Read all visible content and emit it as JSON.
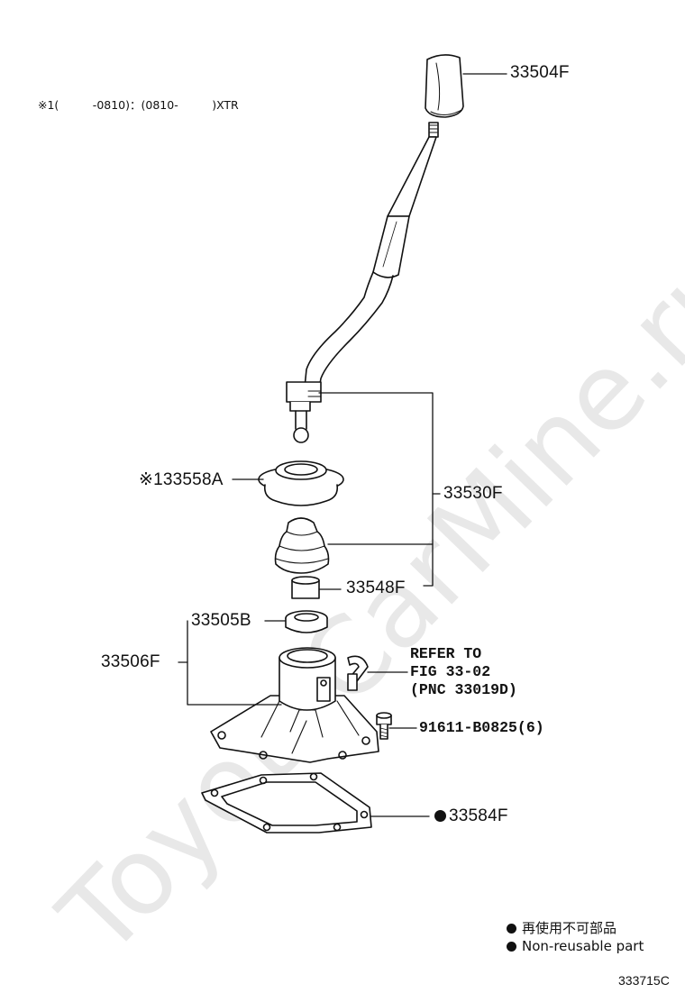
{
  "watermark": "ToyotaCarMine.ru",
  "note": "※1(　　　-0810)：(0810-　　　)XTR",
  "parts": {
    "knob": "33504F",
    "lever_assy": "33530F",
    "seat": "※133558A",
    "bushing": "33548F",
    "retainer": "33505B",
    "housing": "33506F",
    "bolt": "91611-B0825(6)",
    "gasket": "33584F"
  },
  "refer": {
    "line1": "REFER TO",
    "line2": "FIG 33-02",
    "line3": "(PNC 33019D)"
  },
  "legend": {
    "jp": "再使用不可部品",
    "en": "Non-reusable part"
  },
  "figure_number": "333715C"
}
